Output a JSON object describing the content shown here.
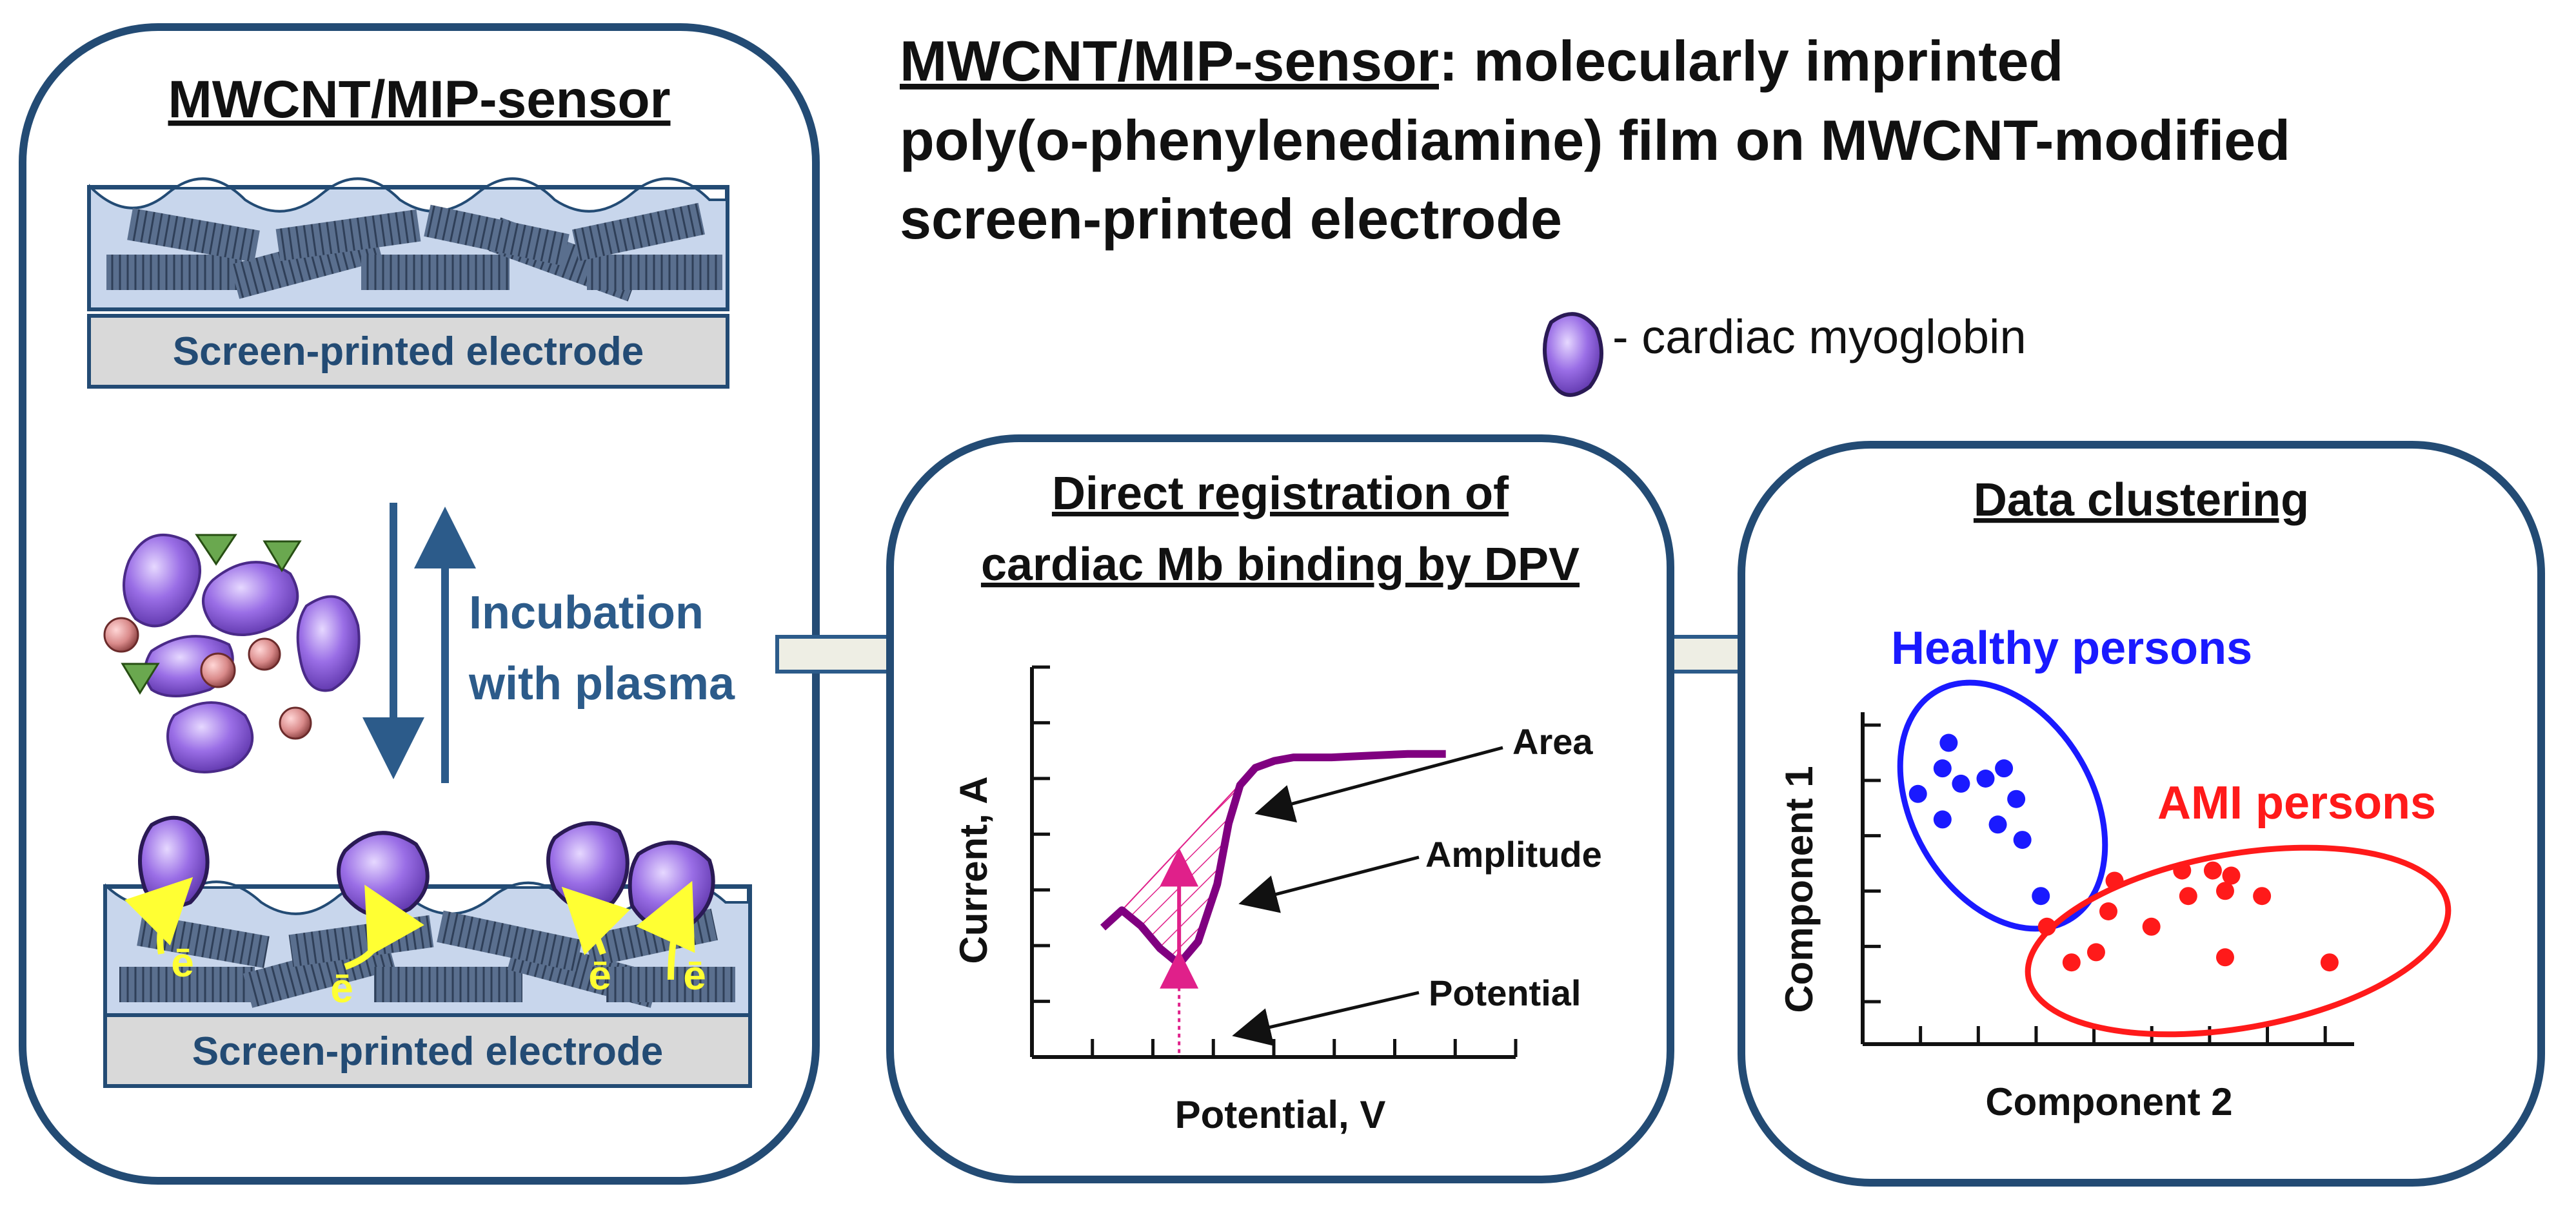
{
  "sensor_panel": {
    "title": "MWCNT/MIP-sensor",
    "electrode_label_top": "Screen-printed electrode",
    "electrode_label_bottom": "Screen-printed electrode",
    "incubation_line1": "Incubation",
    "incubation_line2": "with plasma",
    "electron_symbol": "ē"
  },
  "header": {
    "title_underlined": "MWCNT/MIP-sensor",
    "title_rest_line1": ": molecularly imprinted",
    "title_line2": "poly(o-phenylenediamine) film on MWCNT-modified",
    "title_line3": "screen-printed electrode"
  },
  "legend": {
    "myoglobin_label": "- cardiac myoglobin"
  },
  "dpv_panel": {
    "title_line1": "Direct registration of",
    "title_line2": "cardiac Mb binding by DPV",
    "ylabel": "Current, A",
    "xlabel": "Potential, V",
    "annotation_area": "Area",
    "annotation_amplitude": "Amplitude",
    "annotation_potential": "Potential"
  },
  "cluster_panel": {
    "title": "Data clustering",
    "ylabel": "Component 1",
    "xlabel": "Component 2",
    "group_healthy": "Healthy persons",
    "group_ami": "AMI persons"
  },
  "colors": {
    "panel_border": "#234b74",
    "arrow_blue": "#2c5b8a",
    "myoglobin": "#9a6ee6",
    "dpv_curve": "#800080",
    "hatch": "#e0208a",
    "healthy": "#1a1aff",
    "ami": "#ff1a1a",
    "electron": "#ffff33"
  },
  "chart_data": [
    {
      "type": "line",
      "title": "",
      "xlabel": "Potential, V",
      "ylabel": "Current, A",
      "series": [
        {
          "name": "",
          "x": [
            0.0,
            0.05,
            0.1,
            0.15,
            0.2,
            0.25,
            0.3,
            0.33,
            0.36,
            0.4,
            0.45,
            0.5,
            0.6,
            0.7,
            0.8,
            0.9
          ],
          "y": [
            0.3,
            0.4,
            0.31,
            0.18,
            0.09,
            0.22,
            0.55,
            0.9,
            1.12,
            1.22,
            1.26,
            1.28,
            1.28,
            1.29,
            1.3,
            1.3
          ]
        }
      ]
    },
    {
      "type": "scatter",
      "title": "",
      "xlabel": "Component 2",
      "ylabel": "Component 1",
      "series": [
        {
          "name": "Healthy persons",
          "points": [
            [
              1.4,
              5.9
            ],
            [
              1.3,
              5.4
            ],
            [
              1.6,
              5.1
            ],
            [
              2.3,
              5.4
            ],
            [
              2.0,
              5.2
            ],
            [
              0.9,
              4.9
            ],
            [
              1.3,
              4.4
            ],
            [
              2.5,
              4.8
            ],
            [
              2.2,
              4.3
            ],
            [
              2.6,
              4.0
            ],
            [
              2.9,
              2.9
            ]
          ]
        },
        {
          "name": "AMI persons",
          "points": [
            [
              3.0,
              2.3
            ],
            [
              4.1,
              3.2
            ],
            [
              5.2,
              3.4
            ],
            [
              5.7,
              3.4
            ],
            [
              6.0,
              3.3
            ],
            [
              5.3,
              2.9
            ],
            [
              5.9,
              3.0
            ],
            [
              6.5,
              2.9
            ],
            [
              4.0,
              2.6
            ],
            [
              4.7,
              2.3
            ],
            [
              3.8,
              1.8
            ],
            [
              3.4,
              1.6
            ],
            [
              5.9,
              1.7
            ],
            [
              7.6,
              1.6
            ]
          ]
        }
      ]
    }
  ]
}
